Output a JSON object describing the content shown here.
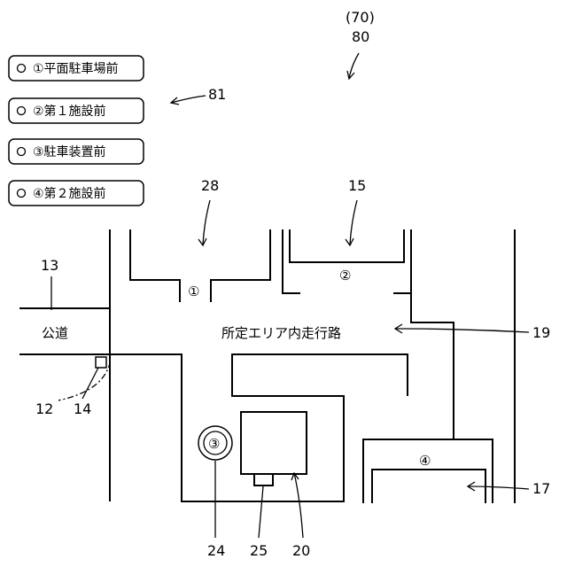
{
  "figure": {
    "label_top": "(70)",
    "label_main": "80",
    "label_panel": "81"
  },
  "menu": {
    "items": [
      {
        "label": "①平面駐車場前"
      },
      {
        "label": "②第１施設前"
      },
      {
        "label": "③駐車装置前"
      },
      {
        "label": "④第２施設前"
      }
    ]
  },
  "map": {
    "road_label": "公道",
    "route_label": "所定エリア内走行路",
    "circle_1": "①",
    "circle_2": "②",
    "circle_3": "③",
    "circle_4": "④",
    "refs": {
      "r28": "28",
      "r15": "15",
      "r13": "13",
      "r19": "19",
      "r12": "12",
      "r14": "14",
      "r17": "17",
      "r24": "24",
      "r25": "25",
      "r20": "20"
    }
  },
  "colors": {
    "line": "#000000",
    "background": "#ffffff"
  }
}
